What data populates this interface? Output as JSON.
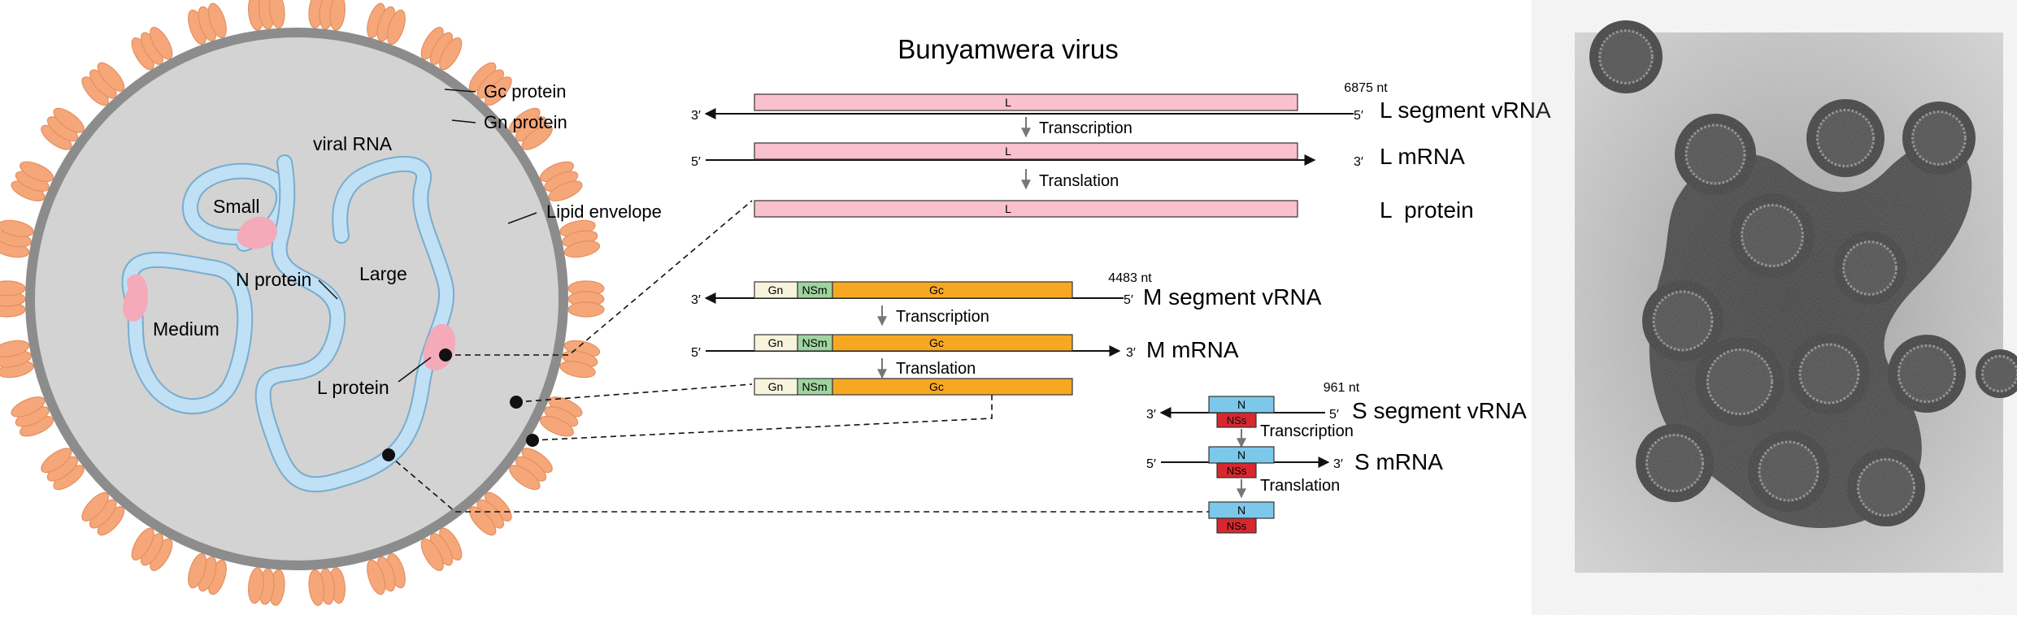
{
  "title": "Bunyamwera virus",
  "virion": {
    "gc_protein": "Gc protein",
    "gn_protein": "Gn protein",
    "viral_rna": "viral RNA",
    "lipid_envelope": "Lipid envelope",
    "small": "Small",
    "n_protein": "N protein",
    "large": "Large",
    "medium": "Medium",
    "l_protein": "L protein"
  },
  "strands": {
    "three_prime": "3′",
    "five_prime": "5′"
  },
  "steps": {
    "transcription": "Transcription",
    "translation": "Translation"
  },
  "segments": {
    "L": {
      "length": "6875 nt",
      "vrna_label": "L segment vRNA",
      "mrna_label": "L mRNA",
      "protein_label": "L  protein",
      "gene": "L"
    },
    "M": {
      "length": "4483 nt",
      "vrna_label": "M segment vRNA",
      "mrna_label": "M mRNA",
      "genes": [
        "Gn",
        "NSm",
        "Gc"
      ]
    },
    "S": {
      "length": "961 nt",
      "vrna_label": "S segment vRNA",
      "mrna_label": "S mRNA",
      "genes": [
        "N",
        "NSs"
      ]
    }
  },
  "colors": {
    "spike": "#f5a77a",
    "envelope": "#8c8c8c",
    "interior": "#d3d3d3",
    "rna": "#bfe0f5",
    "l_protein": "#f4aab9",
    "l_gene": "#f9c0cd",
    "gn_gene": "#f7f3dc",
    "nsm_gene": "#9fd39f",
    "gc_gene": "#f7a823",
    "n_gene": "#7cc8ea",
    "nss_gene": "#d7282f"
  }
}
